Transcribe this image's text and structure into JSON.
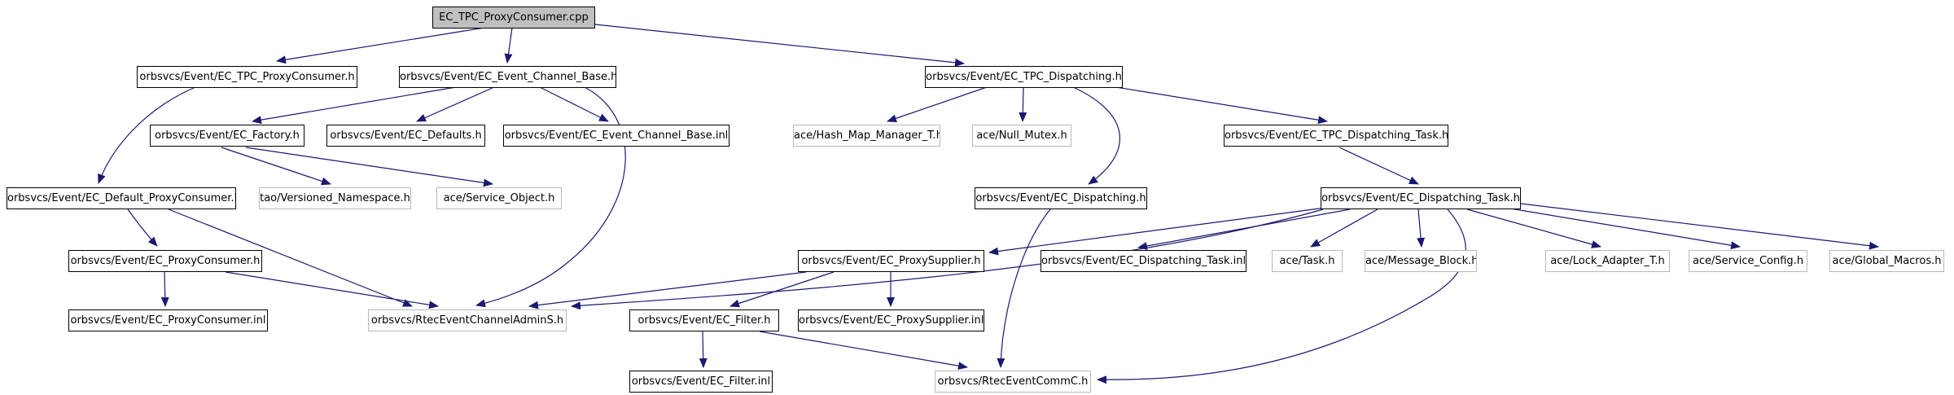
{
  "diagram": {
    "type": "include-dependency-graph",
    "tool": "doxygen",
    "root_file": "EC_TPC_ProxyConsumer.cpp",
    "colors": {
      "background": "#ffffff",
      "edge": "#191970",
      "node_fill": "#ffffff",
      "node_border": "#000000",
      "leaf_node_border": "#b9b9b9",
      "root_node_fill": "#bfbfbf",
      "text": "#000000"
    },
    "nodes": [
      {
        "id": "cpp",
        "label": "EC_TPC_ProxyConsumer.cpp"
      },
      {
        "id": "tpc_pc_h",
        "label": "orbsvcs/Event/EC_TPC_ProxyConsumer.h"
      },
      {
        "id": "ecb_h",
        "label": "orbsvcs/Event/EC_Event_Channel_Base.h"
      },
      {
        "id": "tpc_disp_h",
        "label": "orbsvcs/Event/EC_TPC_Dispatching.h"
      },
      {
        "id": "factory_h",
        "label": "orbsvcs/Event/EC_Factory.h"
      },
      {
        "id": "defaults_h",
        "label": "orbsvcs/Event/EC_Defaults.h"
      },
      {
        "id": "ecb_inl",
        "label": "orbsvcs/Event/EC_Event_Channel_Base.inl"
      },
      {
        "id": "hashmap_h",
        "label": "ace/Hash_Map_Manager_T.h"
      },
      {
        "id": "nullmutex_h",
        "label": "ace/Null_Mutex.h"
      },
      {
        "id": "tpc_task_h",
        "label": "orbsvcs/Event/EC_TPC_Dispatching_Task.h"
      },
      {
        "id": "def_pc_h",
        "label": "orbsvcs/Event/EC_Default_ProxyConsumer.h"
      },
      {
        "id": "vns_h",
        "label": "tao/Versioned_Namespace.h"
      },
      {
        "id": "svcobj_h",
        "label": "ace/Service_Object.h"
      },
      {
        "id": "disp_h",
        "label": "orbsvcs/Event/EC_Dispatching.h"
      },
      {
        "id": "disp_task_h",
        "label": "orbsvcs/Event/EC_Dispatching_Task.h"
      },
      {
        "id": "pc_h",
        "label": "orbsvcs/Event/EC_ProxyConsumer.h"
      },
      {
        "id": "ps_h",
        "label": "orbsvcs/Event/EC_ProxySupplier.h"
      },
      {
        "id": "disp_task_inl",
        "label": "orbsvcs/Event/EC_Dispatching_Task.inl"
      },
      {
        "id": "task_h",
        "label": "ace/Task.h"
      },
      {
        "id": "msgblk_h",
        "label": "ace/Message_Block.h"
      },
      {
        "id": "lockad_h",
        "label": "ace/Lock_Adapter_T.h"
      },
      {
        "id": "svccfg_h",
        "label": "ace/Service_Config.h"
      },
      {
        "id": "globmac_h",
        "label": "ace/Global_Macros.h"
      },
      {
        "id": "pc_inl",
        "label": "orbsvcs/Event/EC_ProxyConsumer.inl"
      },
      {
        "id": "adminS_h",
        "label": "orbsvcs/RtecEventChannelAdminS.h"
      },
      {
        "id": "filter_h",
        "label": "orbsvcs/Event/EC_Filter.h"
      },
      {
        "id": "ps_inl",
        "label": "orbsvcs/Event/EC_ProxySupplier.inl"
      },
      {
        "id": "filter_inl",
        "label": "orbsvcs/Event/EC_Filter.inl"
      },
      {
        "id": "commC_h",
        "label": "orbsvcs/RtecEventCommC.h"
      }
    ],
    "edges": [
      {
        "from": "cpp",
        "to": "tpc_pc_h"
      },
      {
        "from": "cpp",
        "to": "ecb_h"
      },
      {
        "from": "cpp",
        "to": "tpc_disp_h"
      },
      {
        "from": "tpc_pc_h",
        "to": "def_pc_h"
      },
      {
        "from": "ecb_h",
        "to": "factory_h"
      },
      {
        "from": "ecb_h",
        "to": "defaults_h"
      },
      {
        "from": "ecb_h",
        "to": "ecb_inl"
      },
      {
        "from": "ecb_h",
        "to": "adminS_h"
      },
      {
        "from": "factory_h",
        "to": "vns_h"
      },
      {
        "from": "factory_h",
        "to": "svcobj_h"
      },
      {
        "from": "tpc_disp_h",
        "to": "hashmap_h"
      },
      {
        "from": "tpc_disp_h",
        "to": "nullmutex_h"
      },
      {
        "from": "tpc_disp_h",
        "to": "disp_h"
      },
      {
        "from": "tpc_disp_h",
        "to": "tpc_task_h"
      },
      {
        "from": "tpc_task_h",
        "to": "disp_task_h"
      },
      {
        "from": "def_pc_h",
        "to": "pc_h"
      },
      {
        "from": "def_pc_h",
        "to": "adminS_h"
      },
      {
        "from": "pc_h",
        "to": "pc_inl"
      },
      {
        "from": "pc_h",
        "to": "adminS_h"
      },
      {
        "from": "disp_h",
        "to": "commC_h"
      },
      {
        "from": "disp_task_h",
        "to": "ps_h"
      },
      {
        "from": "disp_task_h",
        "to": "disp_task_inl"
      },
      {
        "from": "disp_task_h",
        "to": "task_h"
      },
      {
        "from": "disp_task_h",
        "to": "msgblk_h"
      },
      {
        "from": "disp_task_h",
        "to": "lockad_h"
      },
      {
        "from": "disp_task_h",
        "to": "svccfg_h"
      },
      {
        "from": "disp_task_h",
        "to": "globmac_h"
      },
      {
        "from": "disp_task_h",
        "to": "commC_h"
      },
      {
        "from": "disp_task_h",
        "to": "adminS_h"
      },
      {
        "from": "ps_h",
        "to": "filter_h"
      },
      {
        "from": "ps_h",
        "to": "ps_inl"
      },
      {
        "from": "ps_h",
        "to": "adminS_h"
      },
      {
        "from": "filter_h",
        "to": "filter_inl"
      },
      {
        "from": "filter_h",
        "to": "commC_h"
      }
    ]
  }
}
